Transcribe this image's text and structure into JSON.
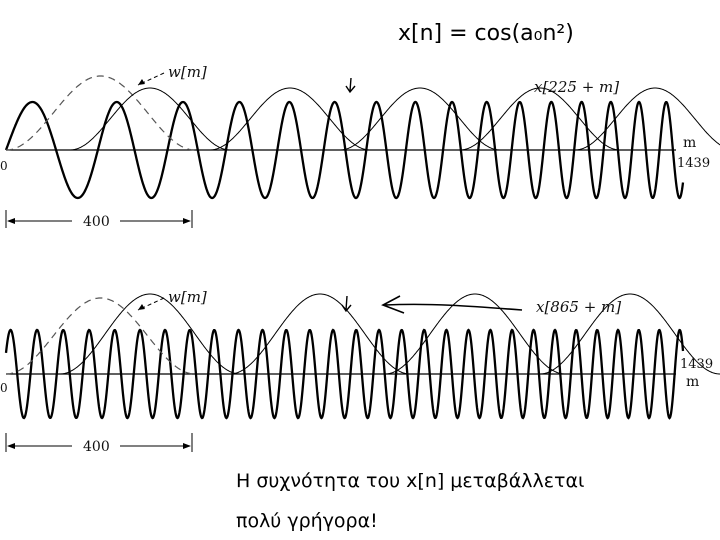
{
  "formula": "x[n] = cos(a₀n²)",
  "panels": [
    {
      "window_label": "w[m]",
      "signal_label": "x[225 + m]",
      "axis_end_label": "1439",
      "axis_var_label": "m",
      "origin_label": "0",
      "window_length_label": "400"
    },
    {
      "window_label": "w[m]",
      "signal_label": "x[865 + m]",
      "axis_end_label": "1439",
      "axis_var_label": "m",
      "origin_label": "0",
      "window_length_label": "400"
    }
  ],
  "note": {
    "line1": "Η συχνότητα του x[n] μεταβάλλεται",
    "line2": "πολύ γρήγορα!"
  }
}
